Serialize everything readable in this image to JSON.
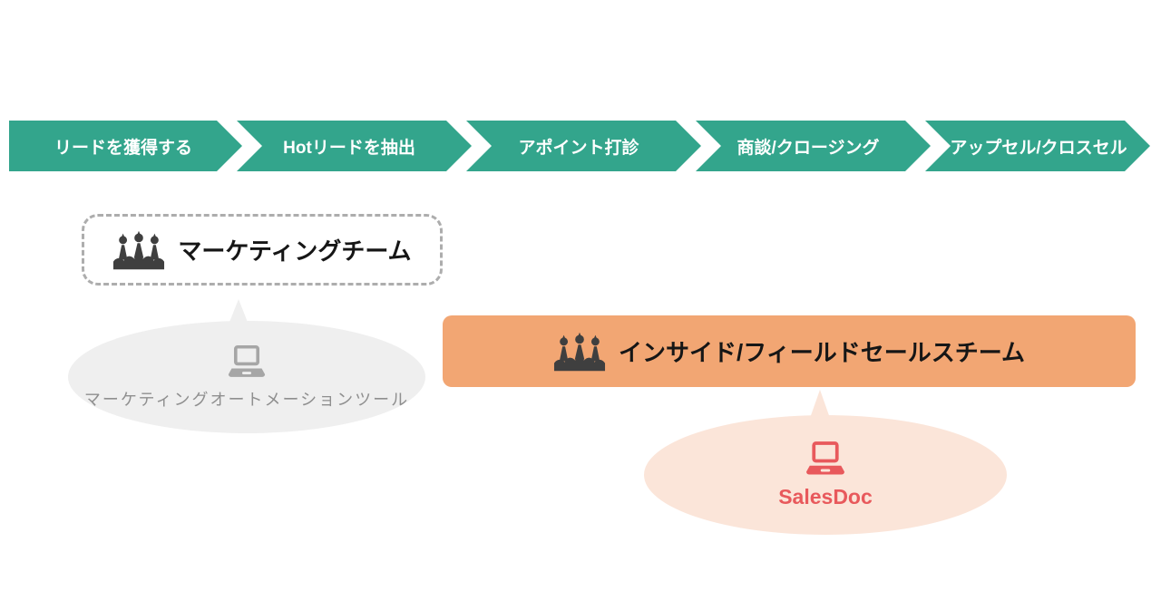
{
  "diagram": {
    "process_steps": [
      {
        "label": "リードを獲得する"
      },
      {
        "label": "Hotリードを抽出"
      },
      {
        "label": "アポイント打診"
      },
      {
        "label": "商談/クロージング"
      },
      {
        "label": "アップセル/クロスセル"
      }
    ],
    "marketing_team": {
      "label": "マーケティングチーム",
      "icon": "people-icon"
    },
    "marketing_tool": {
      "label": "マーケティングオートメーションツール",
      "icon": "laptop-icon"
    },
    "sales_team": {
      "label": "インサイド/フィールドセールスチーム",
      "icon": "people-icon"
    },
    "sales_tool": {
      "label": "SalesDoc",
      "icon": "laptop-icon"
    },
    "colors": {
      "chevron_teal": "#33A58C",
      "sales_team_orange": "#F2A673",
      "marketing_tool_gray": "#EFEFEF",
      "marketing_tool_text": "#8F8F8F",
      "sales_tool_peach": "#FBE5D9",
      "sales_tool_red": "#E8595C",
      "team_icon_dark": "#3F3F3F",
      "dashed_border_gray": "#ADADAD"
    }
  }
}
